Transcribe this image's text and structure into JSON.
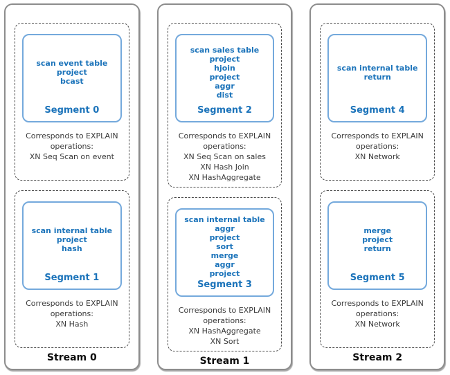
{
  "colors": {
    "segment_text_blue": "#1b73ba",
    "segment_border_blue": "#74a9dc",
    "body_text": "#3a3a3a",
    "stream_border_gray": "#8c8c8c",
    "dashed_border_gray": "#4a4a4a"
  },
  "streams": [
    {
      "label": "Stream 0",
      "segments": [
        {
          "name": "Segment 0",
          "operations": [
            "scan event table",
            "project",
            "bcast"
          ],
          "explain_lines": [
            "Corresponds to EXPLAIN",
            "operations:",
            "XN Seq Scan on event"
          ]
        },
        {
          "name": "Segment 1",
          "operations": [
            "scan internal table",
            "project",
            "hash"
          ],
          "explain_lines": [
            "Corresponds to EXPLAIN",
            "operations:",
            "XN Hash"
          ]
        }
      ]
    },
    {
      "label": "Stream 1",
      "segments": [
        {
          "name": "Segment 2",
          "operations": [
            "scan sales table",
            "project",
            "hjoin",
            "project",
            "aggr",
            "dist"
          ],
          "explain_lines": [
            "Corresponds to EXPLAIN",
            "operations:",
            "XN Seq Scan on sales",
            "XN Hash Join",
            "XN HashAggregate"
          ]
        },
        {
          "name": "Segment 3",
          "operations": [
            "scan internal table",
            "aggr",
            "project",
            "sort",
            "merge",
            "aggr",
            "project"
          ],
          "explain_lines": [
            "Corresponds to EXPLAIN",
            "operations:",
            "XN HashAggregate",
            "XN Sort"
          ]
        }
      ]
    },
    {
      "label": "Stream 2",
      "segments": [
        {
          "name": "Segment 4",
          "operations": [
            "scan internal table",
            "return"
          ],
          "explain_lines": [
            "Corresponds to EXPLAIN",
            "operations:",
            "XN Network"
          ]
        },
        {
          "name": "Segment 5",
          "operations": [
            "merge",
            "project",
            "return"
          ],
          "explain_lines": [
            "Corresponds to EXPLAIN",
            "operations:",
            "XN Network"
          ]
        }
      ]
    }
  ]
}
